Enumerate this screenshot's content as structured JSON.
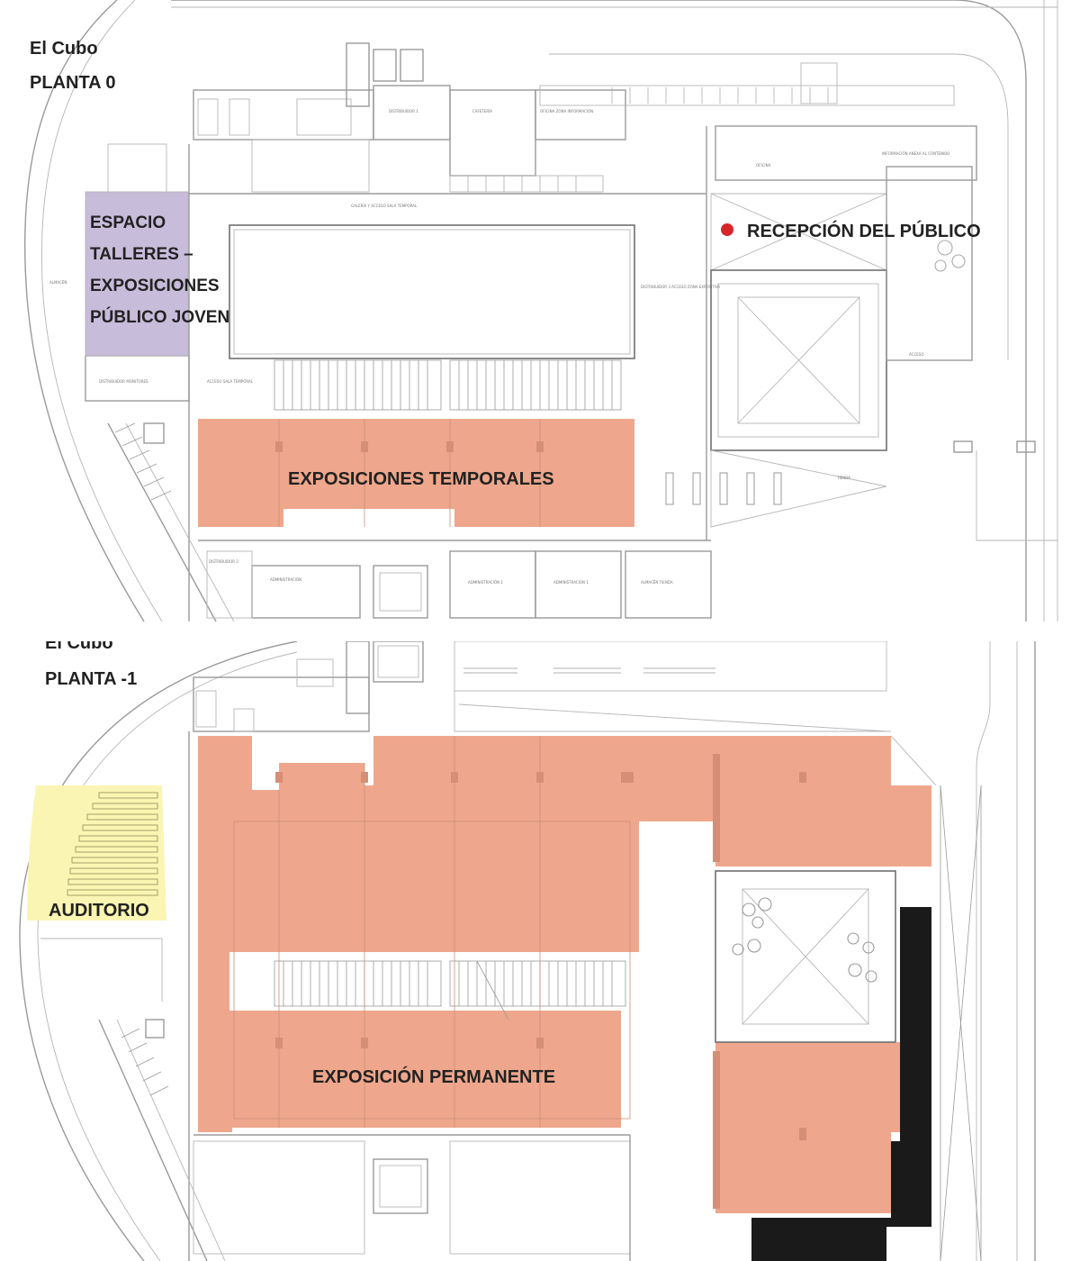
{
  "floor_top": {
    "building": "El Cubo",
    "level": "PLANTA 0",
    "zones": {
      "talleres": [
        "ESPACIO",
        "TALLERES –",
        "EXPOSICIONES",
        "PÚBLICO JOVEN"
      ],
      "temporales": "EXPOSICIONES TEMPORALES",
      "recepcion": "RECEPCIÓN DEL PÚBLICO"
    },
    "colors": {
      "talleres": "#c5b8d9",
      "exposicion": "#eea78c",
      "marker": "#d7262b"
    }
  },
  "floor_bottom": {
    "building": "El Cubo",
    "level": "PLANTA -1",
    "zones": {
      "auditorio": "AUDITORIO",
      "permanente": "EXPOSICIÓN PERMANENTE"
    },
    "colors": {
      "auditorio": "#fbf5b3",
      "exposicion": "#eea78c",
      "dark_block": "#1a1a1a"
    }
  }
}
